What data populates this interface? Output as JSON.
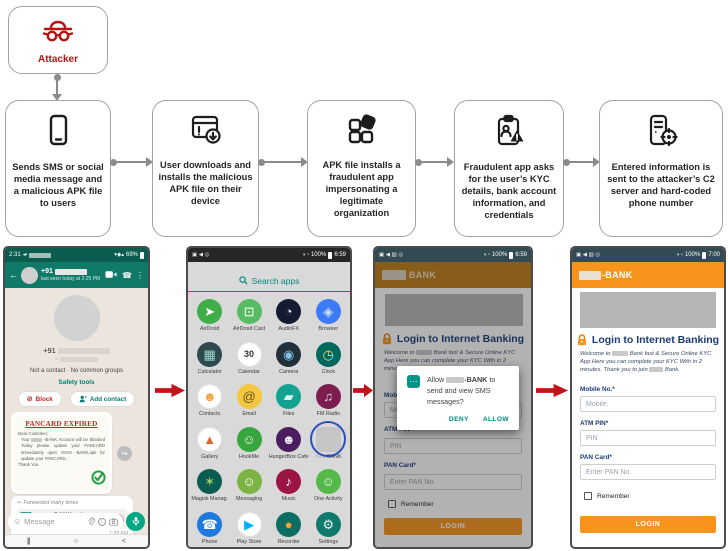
{
  "colors": {
    "whatsapp_teal": "#0f7a68",
    "bank_orange": "#f7941e",
    "material_teal": "#009688",
    "arrow_red": "#c4121a",
    "annotation_blue": "#2b50bd",
    "attacker_red": "#b81414"
  },
  "flowchart": {
    "attacker_label": "Attacker",
    "steps": [
      {
        "icon": "smartphone-icon",
        "label": "Sends SMS or social media message and a malicious APK file to users"
      },
      {
        "icon": "download-icon",
        "label": "User downloads and installs the malicious APK file on their device"
      },
      {
        "icon": "apps-grid-icon",
        "label": "APK file installs a fraudulent app impersonating a legitimate organization"
      },
      {
        "icon": "clipboard-warning-icon",
        "label": "Fraudulent app asks for the user’s KYC details, bank account information, and credentials"
      },
      {
        "icon": "server-target-icon",
        "label": "Entered information is sent to the attacker’s C2 server and hard-coded phone number"
      }
    ]
  },
  "whatsapp": {
    "status_time": "2:31",
    "battery": "69%",
    "contact_prefix": "+91",
    "last_seen": "last seen today at 2:25 PM",
    "profile_prefix": "+91",
    "profile_alias_prefix": "~",
    "not_contact": "Not a contact · No common groups",
    "safety_tools": "Safety tools",
    "block_label": "Block",
    "add_contact_label": "Add contact",
    "letter_title": "PANCARD EXPIRED",
    "letter_salutation": "Dear Customer,",
    "letter_body_a": "Your",
    "letter_body_b": "-BANK Account will be Blocked Today please update your PANCARD immediately open",
    "letter_body_c": "-BANK.apk for update your PANCARD.",
    "letter_closing": "Thank You.",
    "forwarded_label": "Forwarded many times",
    "file_name_suffix": "-BANK.apk",
    "file_meta": "4.8 MB · APK",
    "message_time": "1:28 PM",
    "input_placeholder": "Message"
  },
  "app_drawer": {
    "status_battery": "100%",
    "status_time": "6:59",
    "search_placeholder": "Search apps",
    "apps": [
      {
        "label": "AirDroid",
        "bg": "#3fae49",
        "fg": "#ffffff",
        "glyph": "➤"
      },
      {
        "label": "AirDroid Cast",
        "bg": "#57bb63",
        "fg": "#ffffff",
        "glyph": "⊡"
      },
      {
        "label": "AudioFX",
        "bg": "#141b33",
        "fg": "#e8e8f0",
        "glyph": "◔"
      },
      {
        "label": "Browser",
        "bg": "#3d7af5",
        "fg": "#cfe0ff",
        "glyph": "◈"
      },
      {
        "label": "Calculator",
        "bg": "#2e4a4e",
        "fg": "#9fd6cf",
        "glyph": "▦"
      },
      {
        "label": "Calendar",
        "bg": "#ffffff",
        "fg": "#333333",
        "glyph": "30"
      },
      {
        "label": "Camera",
        "bg": "#22303a",
        "fg": "#7fc4e8",
        "glyph": "◉"
      },
      {
        "label": "Clock",
        "bg": "#00695f",
        "fg": "#ffd54f",
        "glyph": "◷"
      },
      {
        "label": "Contacts",
        "bg": "#ffffff",
        "fg": "#f2a33c",
        "glyph": "☻"
      },
      {
        "label": "Email",
        "bg": "#f5c63f",
        "fg": "#6b4f1d",
        "glyph": "@"
      },
      {
        "label": "Files",
        "bg": "#12a290",
        "fg": "#d7f3ef",
        "glyph": "▰"
      },
      {
        "label": "FM Radio",
        "bg": "#7c1f4e",
        "fg": "#f3d9e6",
        "glyph": "♫"
      },
      {
        "label": "Gallery",
        "bg": "#ffffff",
        "fg": "#e0662e",
        "glyph": "▲"
      },
      {
        "label": "HookMe",
        "bg": "#37a63e",
        "fg": "#e8f5e9",
        "glyph": "☺"
      },
      {
        "label": "HungerBox Cafe",
        "bg": "#4a1e5e",
        "fg": "#f2e6f7",
        "glyph": "☻"
      },
      {
        "label": "BANK",
        "bg": "#c6c6c6",
        "fg": "#c6c6c6",
        "glyph": "",
        "redacted": true,
        "circled": true
      },
      {
        "label": "Magisk Manag.",
        "bg": "#0b5d52",
        "fg": "#9ccc65",
        "glyph": "✶"
      },
      {
        "label": "Messaging",
        "bg": "#7cb342",
        "fg": "#ffffff",
        "glyph": "☺"
      },
      {
        "label": "Music",
        "bg": "#9c1444",
        "fg": "#ffffff",
        "glyph": "♪"
      },
      {
        "label": "One Activity",
        "bg": "#54b948",
        "fg": "#e8f5e9",
        "glyph": "☺"
      },
      {
        "label": "Phone",
        "bg": "#1f7ae0",
        "fg": "#ffffff",
        "glyph": "☎"
      },
      {
        "label": "Play Store",
        "bg": "#ffffff",
        "fg": "#00b0ff",
        "glyph": "▶"
      },
      {
        "label": "Recorder",
        "bg": "#0e6e63",
        "fg": "#f29b38",
        "glyph": "●"
      },
      {
        "label": "Settings",
        "bg": "#0f7a6c",
        "fg": "#e0f2f1",
        "glyph": "⚙"
      }
    ]
  },
  "bank_permission_screen": {
    "status_battery": "100%",
    "status_time": "6:59",
    "header_title_suffix": "BANK",
    "dialog": {
      "text_a": "Allow",
      "text_bank": "-BANK",
      "text_b": "to send and view SMS messages?",
      "deny_label": "DENY",
      "allow_label": "ALLOW"
    }
  },
  "bank_login_screen": {
    "status_battery": "100%",
    "status_time": "7:00",
    "header_title_suffix": "-BANK",
    "login_title": "Login to Internet Banking",
    "welcome_a": "Welcome to",
    "welcome_b": "Bank fast & Secure Online KYC App Here you can complete your KYC With in 2 minutes. Thank you to join",
    "welcome_c": "Bank.",
    "mobile_label": "Mobile No.*",
    "mobile_placeholder": "Mobile.",
    "atm_label": "ATM PIN*",
    "atm_placeholder": "PIN",
    "pan_label": "PAN Card*",
    "pan_placeholder": "Enter PAN No.",
    "remember_label": "Remember",
    "login_button": "LOGIN"
  }
}
